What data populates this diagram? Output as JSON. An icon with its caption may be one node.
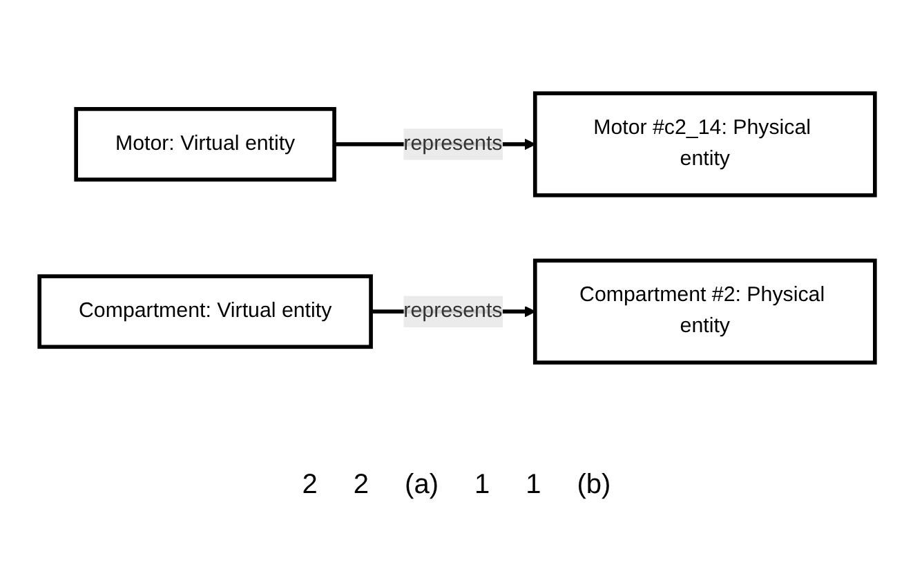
{
  "diagram": {
    "nodes": [
      {
        "text": [
          "Motor: Virtual entity"
        ]
      },
      {
        "text": [
          "Motor #c2_14: Physical entity"
        ]
      },
      {
        "text": [
          "Compartment: Virtual entity"
        ]
      },
      {
        "text": [
          "Compartment #2: Physical entity"
        ]
      }
    ],
    "edges": [
      {
        "from": 0,
        "to": 1,
        "arrow": "to",
        "label": "represents"
      },
      {
        "from": 2,
        "to": 3,
        "arrow": "to",
        "label": "represents"
      }
    ],
    "labels": [
      "2",
      "2",
      "(a)",
      "1",
      "1",
      "(b)"
    ]
  }
}
